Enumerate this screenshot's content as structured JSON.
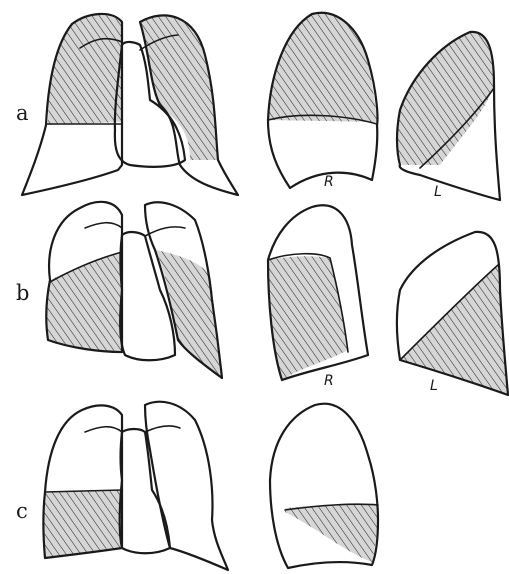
{
  "rows": [
    {
      "label": "a",
      "lateral_labels": [
        "R",
        "L"
      ]
    },
    {
      "label": "b",
      "lateral_labels": [
        "R",
        "L"
      ]
    },
    {
      "label": "c",
      "lateral_labels": []
    }
  ],
  "colors": {
    "ink": "#1a1a1a",
    "shade": "#bfbfbf",
    "background": "#ffffff"
  }
}
